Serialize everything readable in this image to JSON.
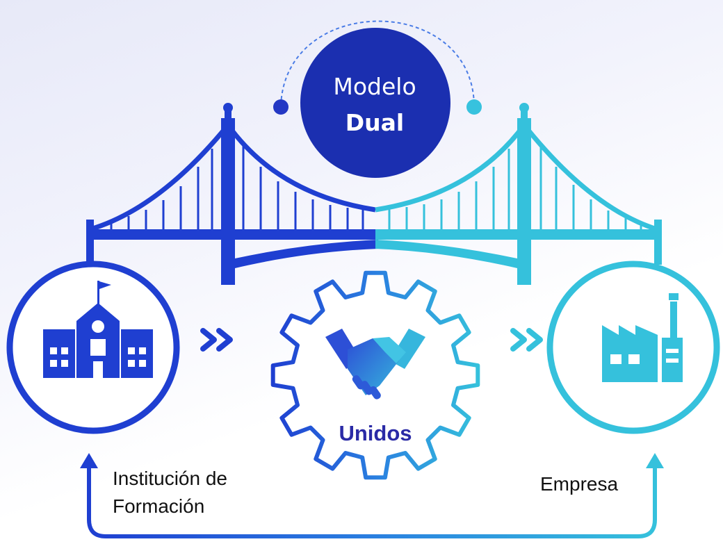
{
  "center_badge": {
    "line1": "Modelo",
    "line2": "Dual"
  },
  "gear_label": "Unidos",
  "left_node": {
    "line1": "Institución de",
    "line2": "Formación"
  },
  "right_node": {
    "label": "Empresa"
  },
  "colors": {
    "dark_blue": "#1f3fd1",
    "cyan": "#35c1dc",
    "badge": "#1b2fb0",
    "gear_text": "#2a2aa6"
  },
  "icons": {
    "left": "school-building-icon",
    "center": "handshake-icon",
    "right": "factory-icon",
    "arrows": "double-chevron-right-icon"
  }
}
